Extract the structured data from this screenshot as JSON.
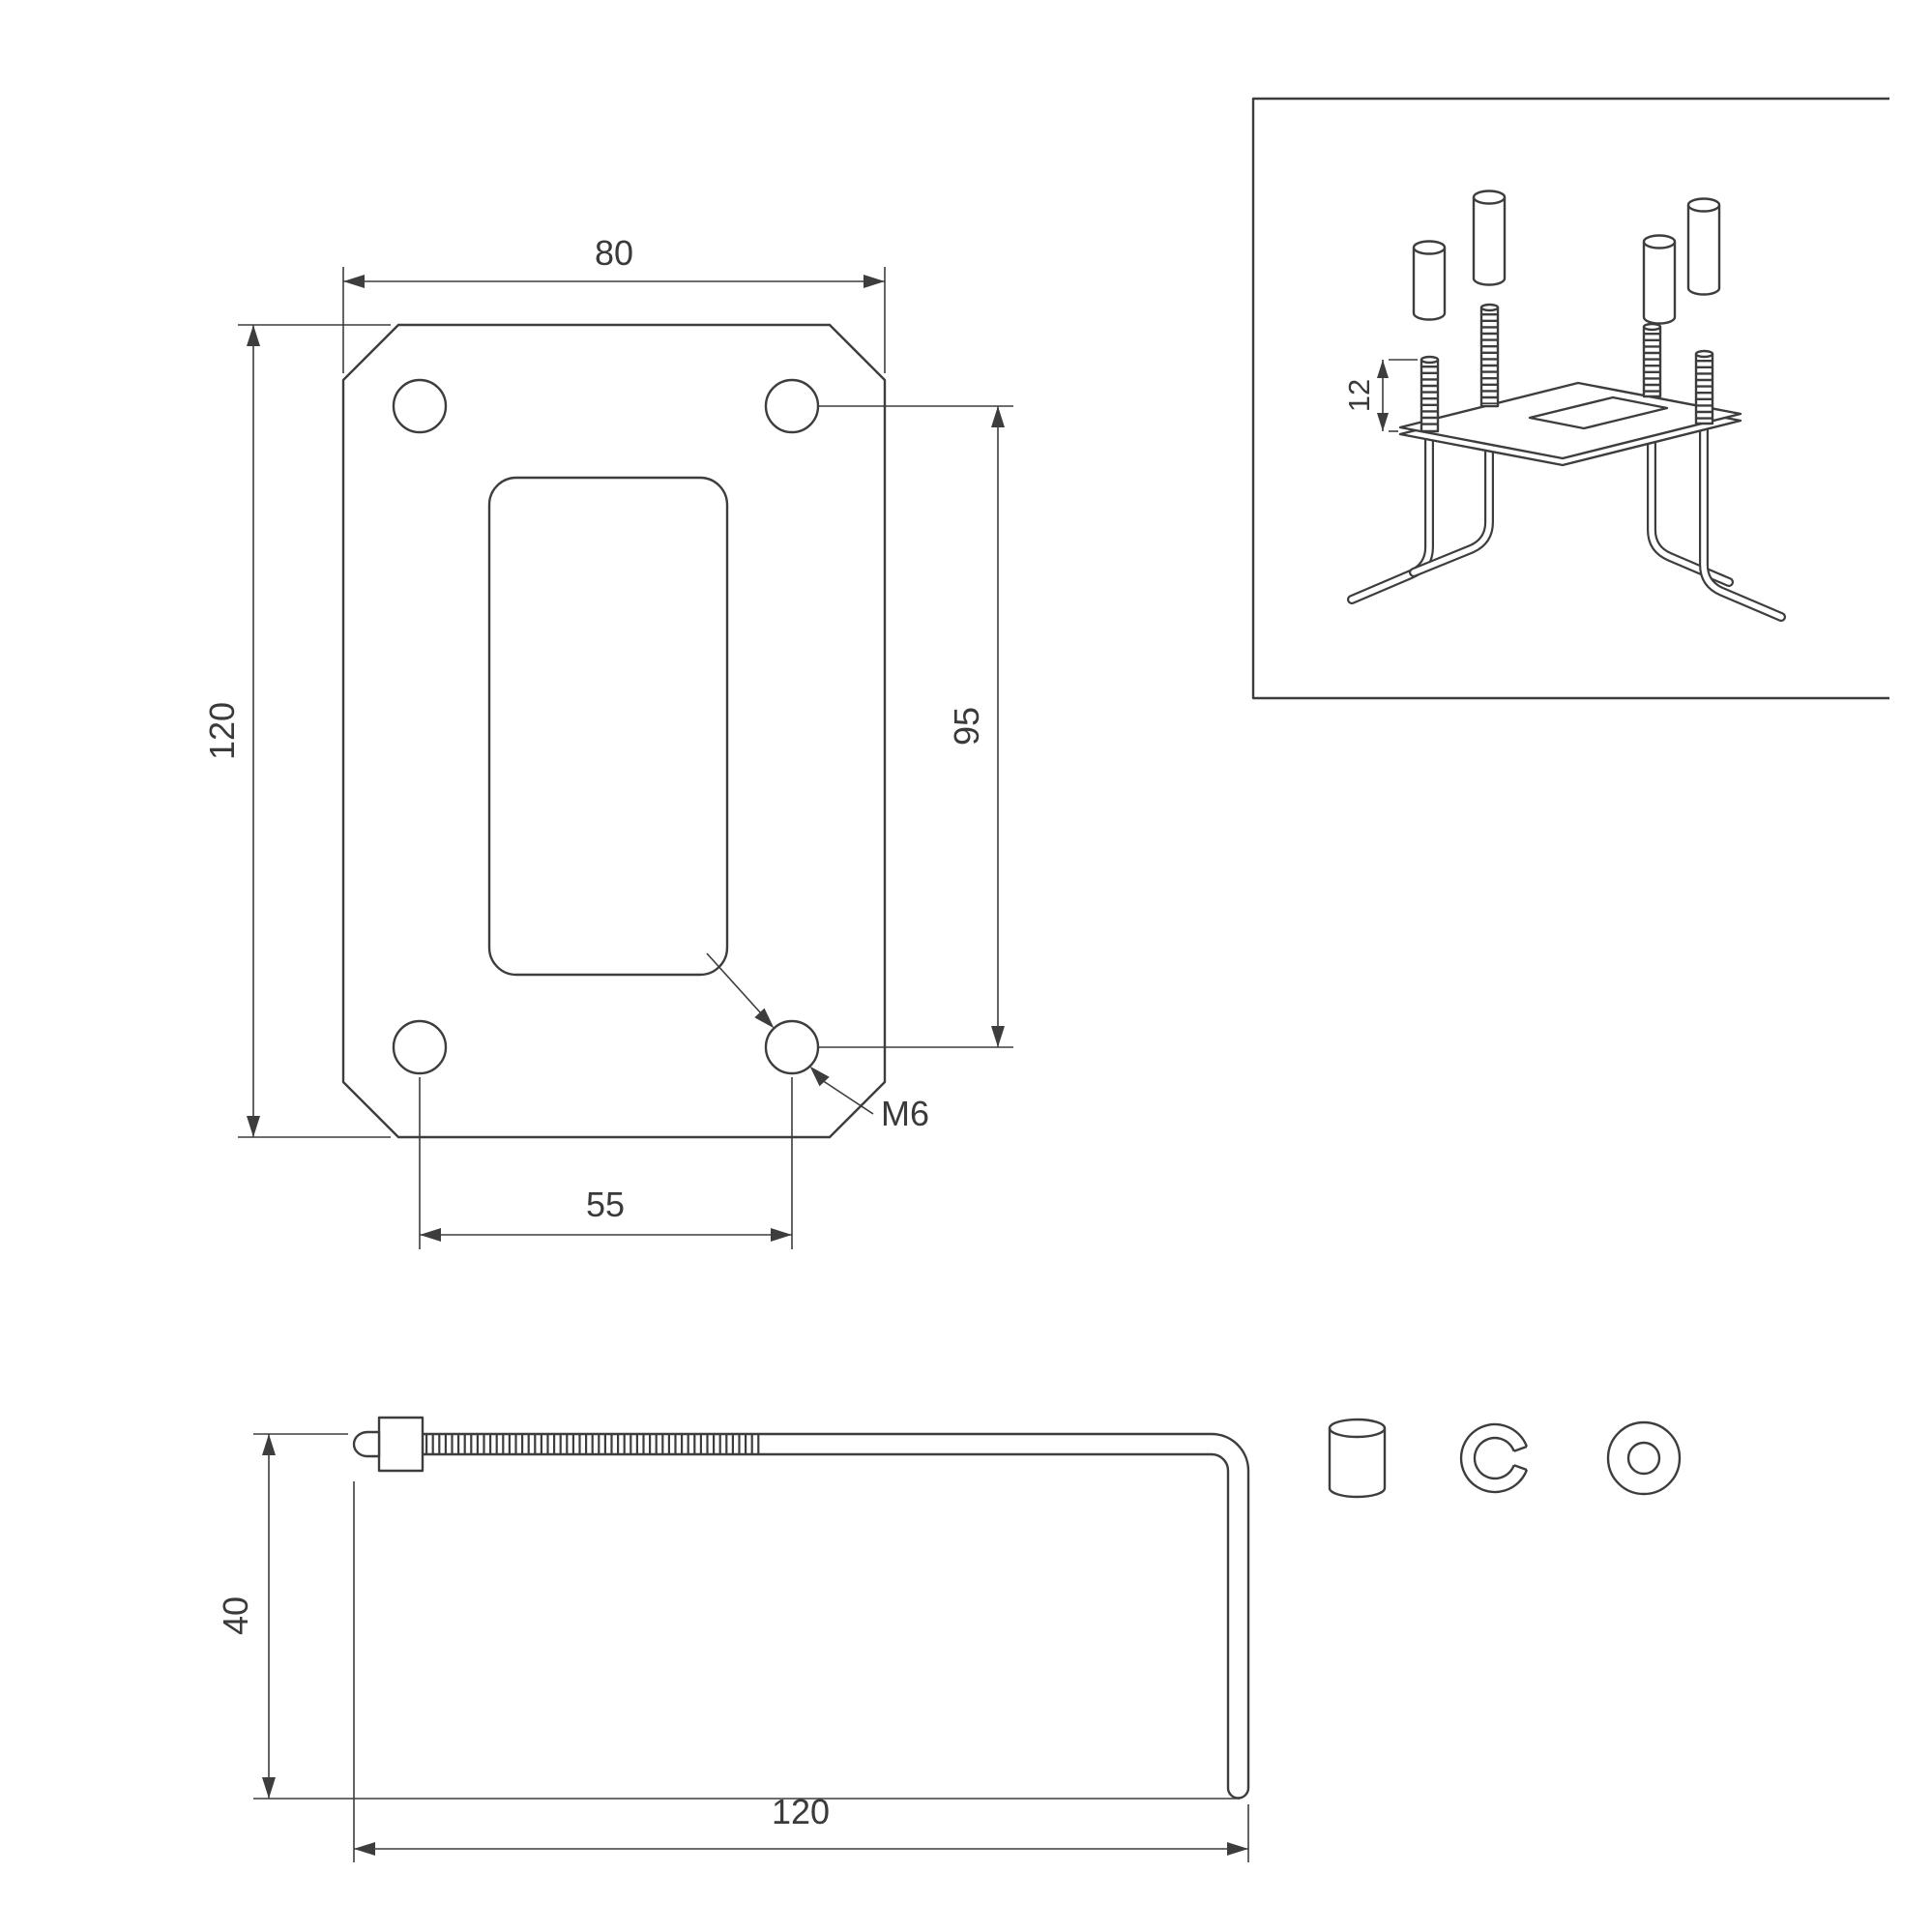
{
  "page": {
    "background": "#ffffff",
    "line_color": "#3d3d3d",
    "text_color": "#3a3a3a"
  },
  "plan_view": {
    "dim_width": "80",
    "dim_height": "120",
    "dim_hole_span_vertical": "95",
    "dim_hole_span_horizontal": "55",
    "thread_label": "M6"
  },
  "iso_view": {
    "dim_offset": "12"
  },
  "bolt_view": {
    "dim_height": "40",
    "dim_length": "120"
  }
}
